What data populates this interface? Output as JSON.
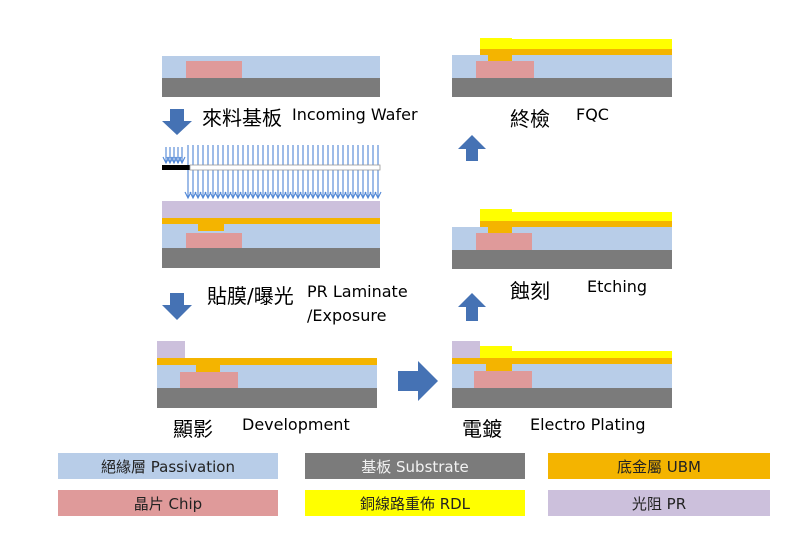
{
  "colors": {
    "passivation": "#b8cde8",
    "substrate": "#7b7b7b",
    "ubm": "#f4b400",
    "chip": "#df9a9a",
    "rdl": "#ffff00",
    "pr": "#ccc0dc",
    "arrow": "#4572b4",
    "exposure_line": "#4f86d6"
  },
  "steps": {
    "incoming": {
      "zh": "來料基板",
      "en": "Incoming Wafer"
    },
    "laminate": {
      "zh": "貼膜/曝光",
      "en1": "PR Laminate",
      "en2": "/Exposure"
    },
    "develop": {
      "zh": "顯影",
      "en": "Development"
    },
    "plating": {
      "zh": "電鍍",
      "en": "Electro Plating"
    },
    "etching": {
      "zh": "蝕刻",
      "en": "Etching"
    },
    "fqc": {
      "zh": "終檢",
      "en": "FQC"
    }
  },
  "legend": {
    "passivation": "絕緣層 Passivation",
    "substrate": "基板 Substrate",
    "ubm": "底金屬 UBM",
    "chip": "晶片 Chip",
    "rdl": "銅線路重佈 RDL",
    "pr": "光阻 PR"
  }
}
